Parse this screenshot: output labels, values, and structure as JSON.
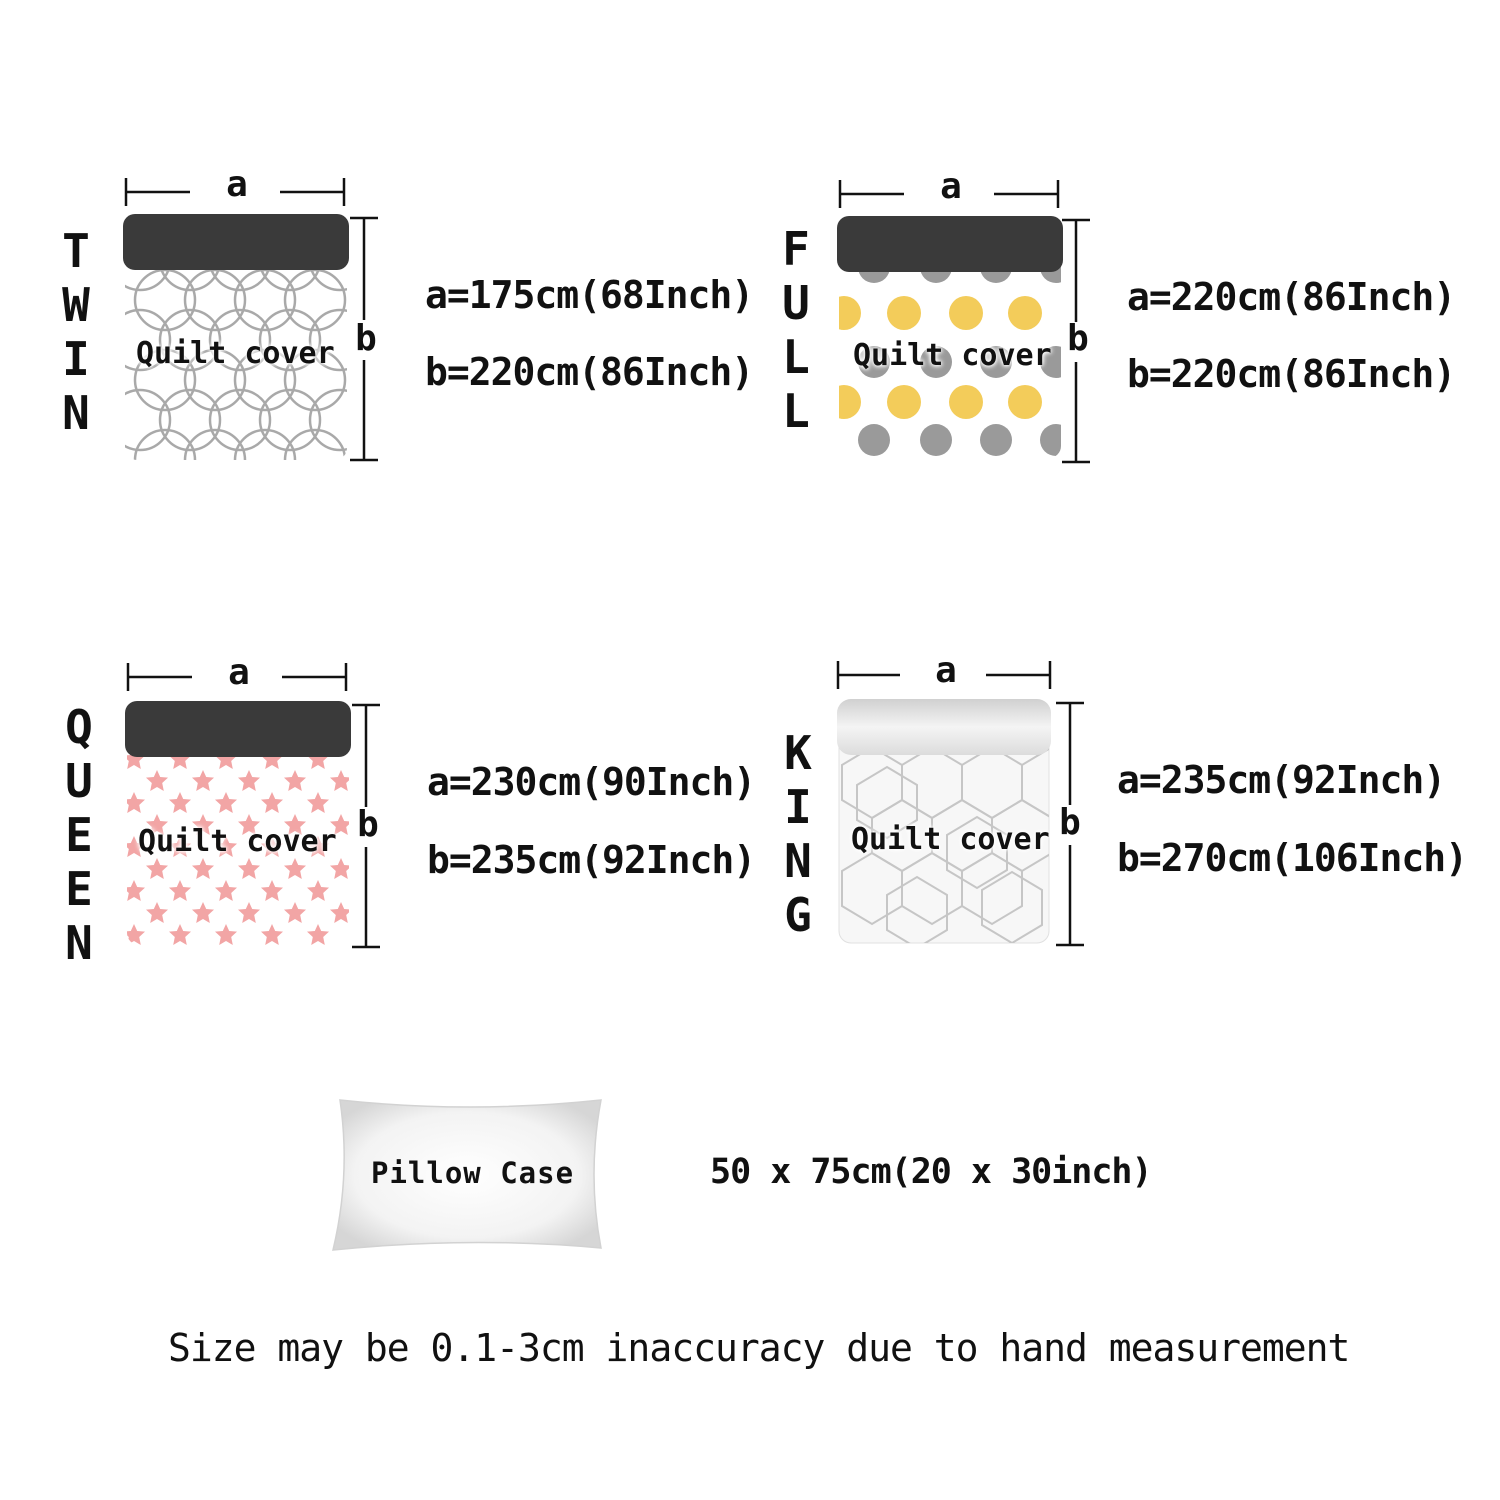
{
  "sizes": {
    "twin": {
      "letters": [
        "T",
        "W",
        "I",
        "N"
      ],
      "a_label": "a",
      "b_label": "b",
      "quilt_label": "Quilt cover",
      "a_measure": "a=175cm(68Inch)",
      "b_measure": "b=220cm(86Inch)"
    },
    "full": {
      "letters": [
        "F",
        "U",
        "L",
        "L"
      ],
      "a_label": "a",
      "b_label": "b",
      "quilt_label": "Quilt cover",
      "a_measure": "a=220cm(86Inch)",
      "b_measure": "b=220cm(86Inch)"
    },
    "queen": {
      "letters": [
        "Q",
        "U",
        "E",
        "E",
        "N"
      ],
      "a_label": "a",
      "b_label": "b",
      "quilt_label": "Quilt cover",
      "a_measure": "a=230cm(90Inch)",
      "b_measure": "b=235cm(92Inch)"
    },
    "king": {
      "letters": [
        "K",
        "I",
        "N",
        "G"
      ],
      "a_label": "a",
      "b_label": "b",
      "quilt_label": "Quilt cover",
      "a_measure": "a=235cm(92Inch)",
      "b_measure": "b=270cm(106Inch)"
    }
  },
  "pillow": {
    "label": "Pillow Case",
    "size": "50 x 75cm(20 x 30inch)"
  },
  "disclaimer": "Size may be 0.1-3cm inaccuracy due to hand measurement",
  "colors": {
    "band": "#3a3a3a",
    "circles": "#a9a9a9",
    "dot_yellow": "#f3cc5a",
    "dot_gray": "#9a9a9a",
    "star_pink": "#f2a5a5",
    "hex_lines": "#c6c6c6"
  }
}
